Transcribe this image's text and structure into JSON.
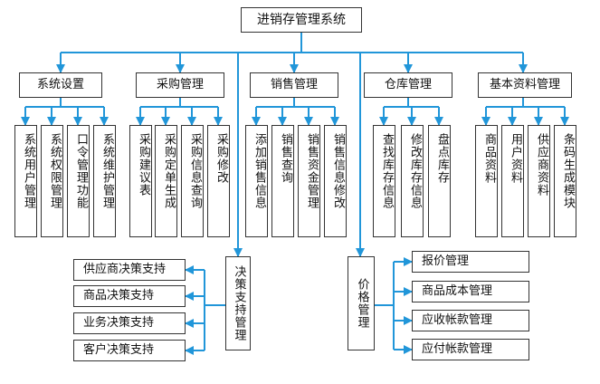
{
  "root": "进销存管理系统",
  "modules": {
    "system": {
      "title": "系统设置",
      "items": [
        "系统用户管理",
        "系统权限管理",
        "口令管理功能",
        "系统维护管理"
      ]
    },
    "purchase": {
      "title": "采购管理",
      "items": [
        "采购建议表",
        "采购定单生成",
        "采购信息查询",
        "采购修改"
      ]
    },
    "sales": {
      "title": "销售管理",
      "items": [
        "添加销售信息",
        "销售查询",
        "销售资金管理",
        "销售信息修改"
      ]
    },
    "warehouse": {
      "title": "仓库管理",
      "items": [
        "查找库存信息",
        "修改库存信息",
        "盘点库存"
      ]
    },
    "basic": {
      "title": "基本资料管理",
      "items": [
        "商品资料",
        "用户资料",
        "供应商资料",
        "条码生成模块"
      ]
    },
    "decision": {
      "title": "决策支持管理",
      "items": [
        "供应商决策支持",
        "商品决策支持",
        "业务决策支持",
        "客户决策支持"
      ]
    },
    "pricing": {
      "title": "价格管理",
      "items": [
        "报价管理",
        "商品成本管理",
        "应收帐款管理",
        "应付帐款管理"
      ]
    }
  },
  "colors": {
    "connector": "#2196d9",
    "box_border": "#333333",
    "text": "#111111"
  }
}
